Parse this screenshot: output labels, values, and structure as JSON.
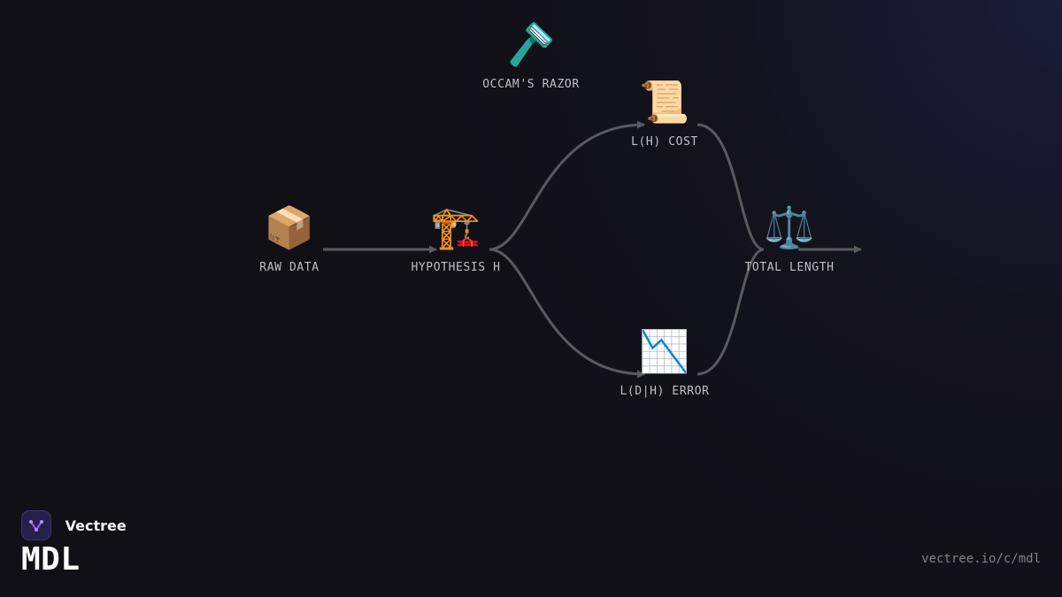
{
  "diagram": {
    "nodes": [
      {
        "id": "raw-data",
        "icon": "📦",
        "icon_name": "package-icon",
        "label": "RAW DATA"
      },
      {
        "id": "hypothesis",
        "icon": "🏗️",
        "icon_name": "crane-icon",
        "label": "HYPOTHESIS H"
      },
      {
        "id": "occams-razor",
        "icon": "🪒",
        "icon_name": "razor-icon",
        "label": "OCCAM'S RAZOR"
      },
      {
        "id": "lh-cost",
        "icon": "📜",
        "icon_name": "scroll-icon",
        "label": "L(H) COST"
      },
      {
        "id": "ldh-error",
        "icon": "📉",
        "icon_name": "chart-decreasing-icon",
        "label": "L(D|H) ERROR"
      },
      {
        "id": "total-length",
        "icon": "⚖️",
        "icon_name": "balance-scale-icon",
        "label": "TOTAL LENGTH"
      }
    ],
    "edges": [
      {
        "from": "raw-data",
        "to": "hypothesis"
      },
      {
        "from": "hypothesis",
        "to": "lh-cost"
      },
      {
        "from": "hypothesis",
        "to": "ldh-error"
      },
      {
        "from": "lh-cost",
        "to": "total-length"
      },
      {
        "from": "ldh-error",
        "to": "total-length"
      },
      {
        "from": "total-length",
        "to": "output"
      }
    ],
    "colors": {
      "edge": "#5a5a5e",
      "label": "#bfbfc4",
      "background": "#111016"
    }
  },
  "brand": {
    "name": "Vectree",
    "logo_icon": "vectree-logo-icon",
    "accent": "#8a5cf6"
  },
  "page": {
    "title": "MDL",
    "url": "vectree.io/c/mdl"
  }
}
